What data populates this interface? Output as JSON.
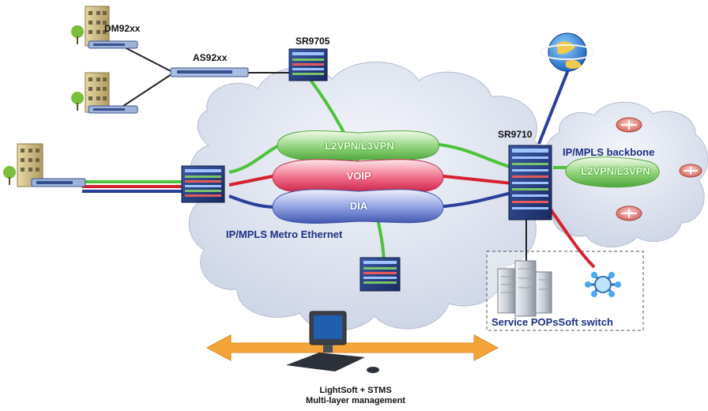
{
  "devices": {
    "dm92xx": "DM92xx",
    "as92xx": "AS92xx",
    "sr9705": "SR9705",
    "sr9710": "SR9710"
  },
  "clouds": {
    "metro": "IP/MPLS Metro Ethernet",
    "backbone": "IP/MPLS backbone"
  },
  "tunnels": {
    "l2vpn_metro": "L2VPN/L3VPN",
    "voip": "VOIP",
    "dia": "DIA",
    "l2vpn_backbone": "L2VPN/L3VPN"
  },
  "service_box": {
    "label": "Service POPsSoft switch"
  },
  "management": {
    "line1": "LightSoft + STMS",
    "line2": "Multi-layer management"
  },
  "colors": {
    "green_link": "#4cc43a",
    "red_link": "#d6222f",
    "blue_link": "#2a3f9c",
    "black_link": "#222222",
    "arrow": "#f4a53a",
    "cloud": "#d9dfec",
    "label_blue": "#1c2f85"
  }
}
